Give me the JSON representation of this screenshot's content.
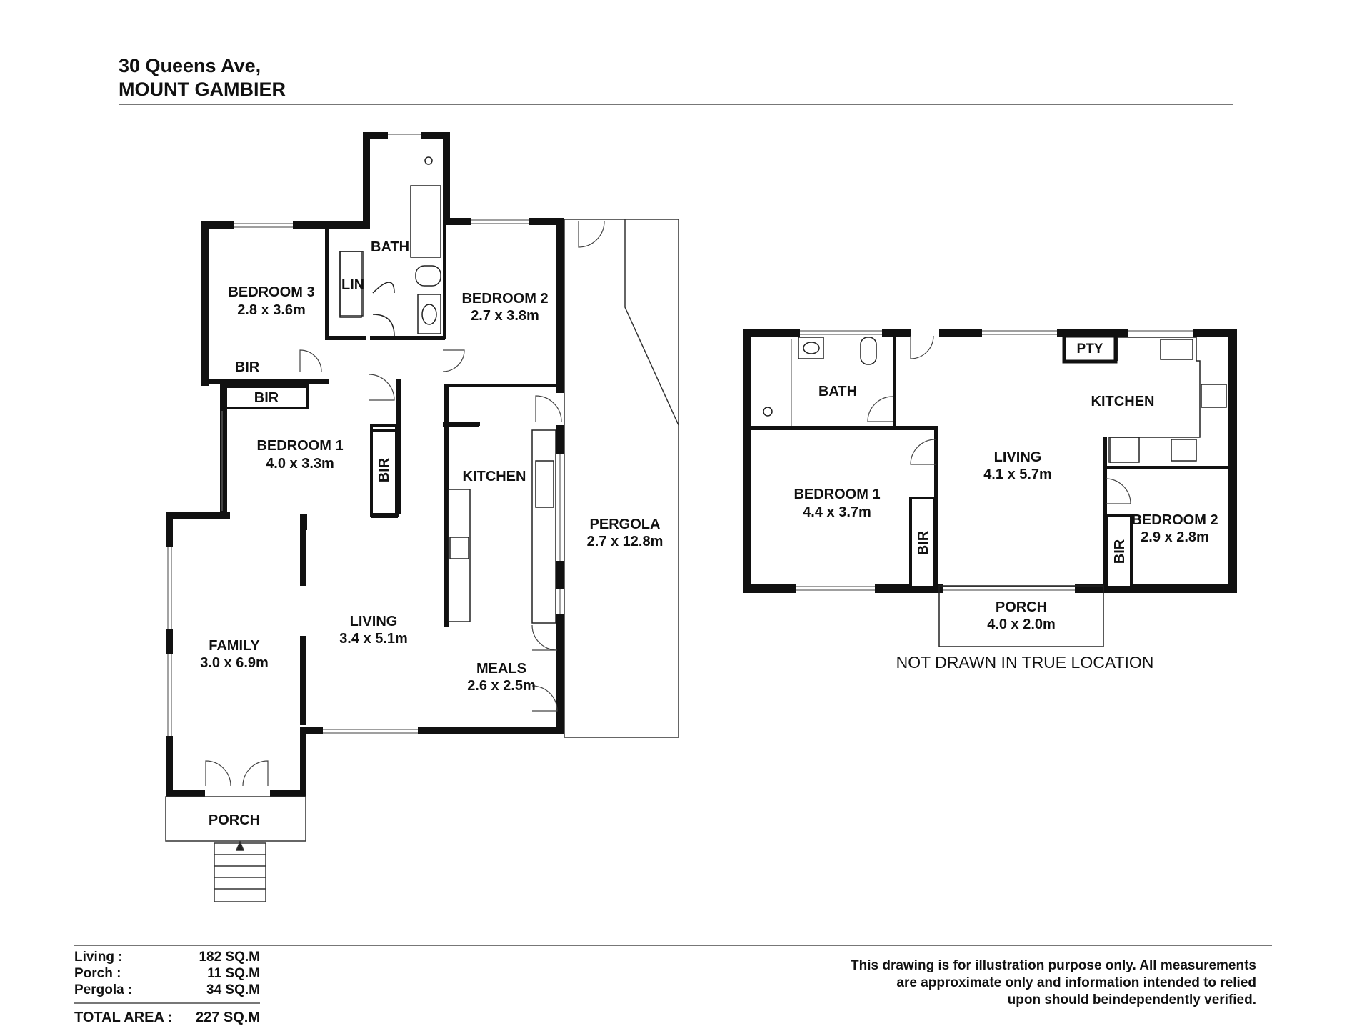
{
  "header": {
    "address_line1": "30 Queens Ave,",
    "address_line2": "MOUNT GAMBIER"
  },
  "main_plan": {
    "rooms": {
      "bath": "BATH",
      "linen": "LIN",
      "bedroom3": "BEDROOM 3",
      "bedroom3_dim": "2.8 x 3.6m",
      "bedroom2": "BEDROOM 2",
      "bedroom2_dim": "2.7 x 3.8m",
      "bir_a": "BIR",
      "bir_b": "BIR",
      "bir_c": "BIR",
      "bedroom1": "BEDROOM 1",
      "bedroom1_dim": "4.0 x 3.3m",
      "kitchen": "KITCHEN",
      "pergola": "PERGOLA",
      "pergola_dim": "2.7 x 12.8m",
      "living": "LIVING",
      "living_dim": "3.4 x 5.1m",
      "family": "FAMILY",
      "family_dim": "3.0 x 6.9m",
      "meals": "MEALS",
      "meals_dim": "2.6 x 2.5m",
      "porch": "PORCH"
    }
  },
  "secondary_plan": {
    "rooms": {
      "bath": "BATH",
      "pantry": "PTY",
      "kitchen": "KITCHEN",
      "living": "LIVING",
      "living_dim": "4.1 x 5.7m",
      "bedroom1": "BEDROOM 1",
      "bedroom1_dim": "4.4 x 3.7m",
      "bir_a": "BIR",
      "bir_b": "BIR",
      "bedroom2": "BEDROOM 2",
      "bedroom2_dim": "2.9 x 2.8m",
      "porch": "PORCH",
      "porch_dim": "4.0 x 2.0m"
    },
    "note": "NOT DRAWN IN TRUE LOCATION"
  },
  "areas": [
    {
      "label": "Living :",
      "value": "182 SQ.M"
    },
    {
      "label": "Porch :",
      "value": "11 SQ.M"
    },
    {
      "label": "Pergola :",
      "value": "34 SQ.M"
    }
  ],
  "total": {
    "label": "TOTAL AREA :",
    "value": "227 SQ.M"
  },
  "disclaimer": {
    "line1": "This drawing is for illustration purpose only. All measurements",
    "line2": "are approximate only and information intended to relied",
    "line3": "upon should beindependently verified."
  }
}
